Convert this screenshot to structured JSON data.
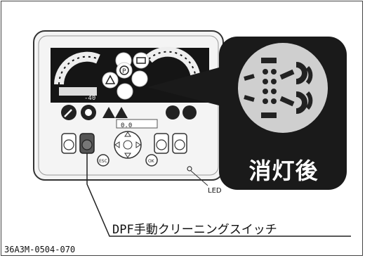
{
  "callout": {
    "label": "消灯後"
  },
  "labels": {
    "switch": "DPF手動クリーニングスイッチ",
    "led": "LED",
    "figure_code": "36A3M-0504-070"
  },
  "display": {
    "temperature": "-40",
    "distance": "0.0"
  },
  "buttons": {
    "esc": "ESC",
    "ok": "OK"
  },
  "icons": [
    "wrench-icon",
    "dpf-icon",
    "warning-icon",
    "parking-brake-icon",
    "battery-icon",
    "fuel-icon",
    "coolant-icon",
    "engine-icon"
  ],
  "colors": {
    "panel": "#f2f2f2",
    "screen": "#111111",
    "callout": "#1a1a1a",
    "callout_symbol": "#cfcfcf"
  }
}
